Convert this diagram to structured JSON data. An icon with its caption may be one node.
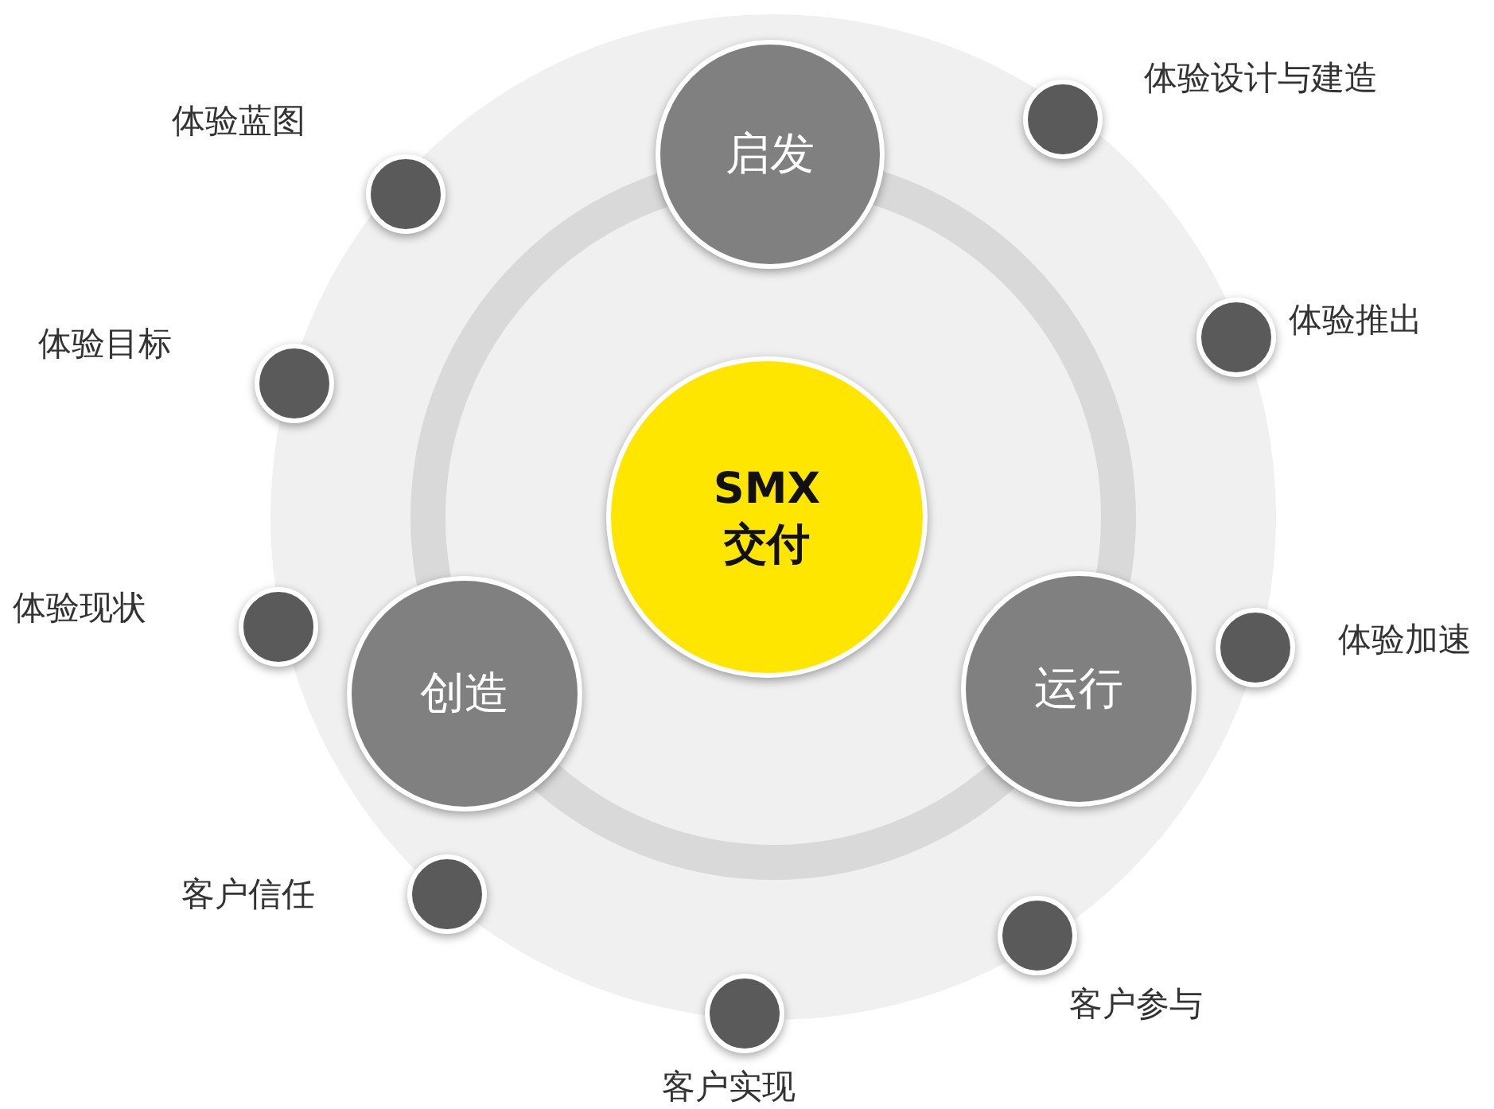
{
  "diagram": {
    "nodes": [
      {
        "text": [
          "启发"
        ]
      },
      {
        "text": [
          "创造"
        ]
      },
      {
        "text": [
          "运行"
        ]
      },
      {
        "text": [
          "SMX 交付"
        ]
      },
      {
        "text": [],
        "shape": "circle",
        "beside": [
          "体验蓝图"
        ]
      },
      {
        "text": [],
        "shape": "circle",
        "beside": [
          "体验目标"
        ]
      },
      {
        "text": [],
        "shape": "circle",
        "beside": [
          "体验现状"
        ]
      },
      {
        "text": [],
        "shape": "circle",
        "beside": [
          "客户信任"
        ]
      },
      {
        "text": [],
        "shape": "circle",
        "beside": [
          "客户实现"
        ]
      },
      {
        "text": [],
        "shape": "circle",
        "beside": [
          "客户参与"
        ]
      },
      {
        "text": [],
        "shape": "circle",
        "beside": [
          "体验加速"
        ]
      },
      {
        "text": [],
        "shape": "circle",
        "beside": [
          "体验推出"
        ]
      },
      {
        "text": [],
        "shape": "circle",
        "beside": [
          "体验设计与建造"
        ]
      }
    ]
  }
}
